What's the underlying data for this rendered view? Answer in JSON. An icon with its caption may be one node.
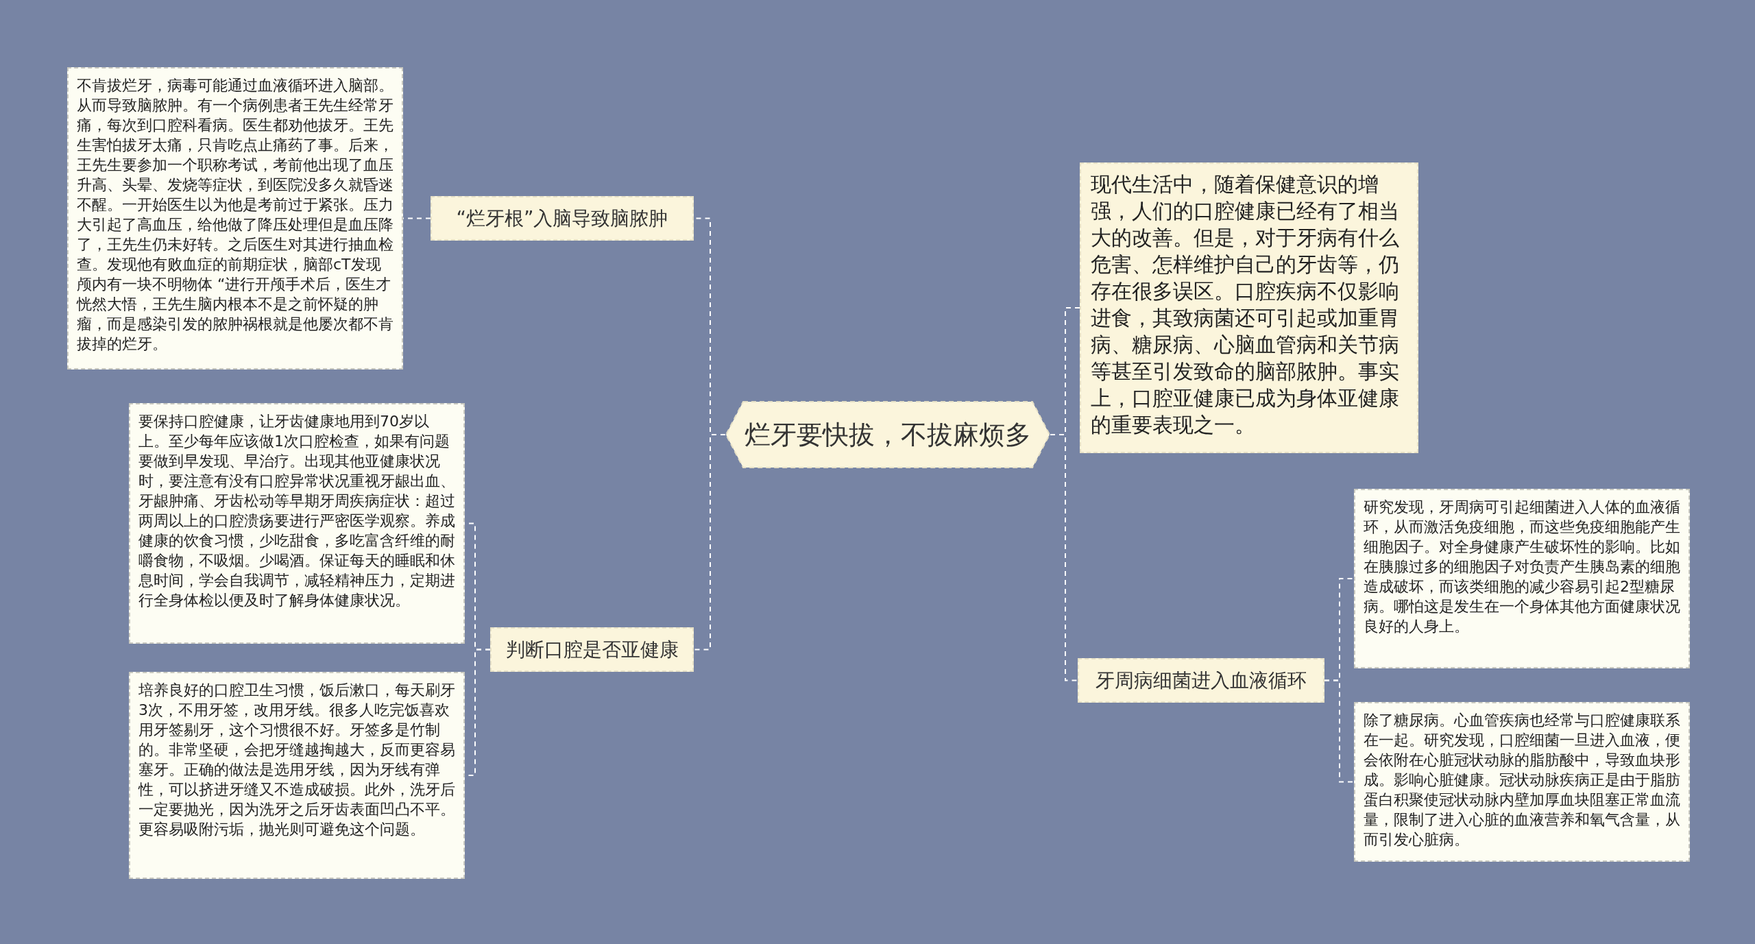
{
  "diagram": {
    "nodes": [
      {
        "text": [
          "烂牙要快拔，不拔麻烦多"
        ]
      },
      {
        "text": [
          "“烂牙根”入脑导致脑脓肿"
        ]
      },
      {
        "text": [
          "不肯拔烂牙，病毒可能通过血液循环进入脑部。从而导致脑脓肿。有一个病例患者王先生经常牙痛，每次到口腔科看病。医生都劝他拔牙。王先生害怕拔牙太痛，只肯吃点止痛药了事。后来，王先生要参加一个职称考试，考前他出现了血压升高、头晕、发烧等症状，到医院没多久就昏迷不醒。一开始医生以为他是考前过于紧张。压力大引起了高血压，给他做了降压处理但是血压降了，王先生仍未好转。之后医生对其进行抽血检查。发现他有败血症的前期症状，脑部cT发现颅内有一块不明物体 “进行开颅手术后，医生才恍然大悟，王先生脑内根本不是之前怀疑的肿瘤，而是感染引发的脓肿祸根就是他屡次都不肯拔掉的烂牙。"
        ]
      },
      {
        "text": [
          "判断口腔是否亚健康"
        ]
      },
      {
        "text": [
          "要保持口腔健康，让牙齿健康地用到70岁以上。至少每年应该做1次口腔检查，如果有问题要做到早发现、早治疗。出现其他亚健康状况时，要注意有没有口腔异常状况重视牙龈出血、牙龈肿痛、牙齿松动等早期牙周疾病症状：超过两周以上的口腔溃疡要进行严密医学观察。养成健康的饮食习惯，少吃甜食，多吃富含纤维的耐嚼食物，不吸烟。少喝酒。保证每天的睡眠和休息时间，学会自我调节，减轻精神压力，定期进行全身体检以便及时了解身体健康状况。"
        ]
      },
      {
        "text": [
          "培养良好的口腔卫生习惯，饭后漱口，每天刷牙3次，不用牙签，改用牙线。很多人吃完饭喜欢用牙签剔牙，这个习惯很不好。牙签多是竹制的。非常坚硬，会把牙缝越掏越大，反而更容易塞牙。正确的做法是选用牙线，因为牙线有弹性，可以挤进牙缝又不造成破损。此外，洗牙后一定要抛光，因为洗牙之后牙齿表面凹凸不平。更容易吸附污垢，抛光则可避免这个问题。"
        ]
      },
      {
        "text": [
          "现代生活中，随着保健意识的增强，人们的口腔健康已经有了相当大的改善。但是，对于牙病有什么危害、怎样维护自己的牙齿等，仍存在很多误区。口腔疾病不仅影响进食，其致病菌还可引起或加重胃病、糖尿病、心脑血管病和关节病等甚至引发致命的脑部脓肿。事实上，口腔亚健康已成为身体亚健康的重要表现之一。"
        ]
      },
      {
        "text": [
          "牙周病细菌进入血液循环"
        ]
      },
      {
        "text": [
          "研究发现，牙周病可引起细菌进入人体的血液循环，从而激活免疫细胞，而这些免疫细胞能产生细胞因子。对全身健康产生破坏性的影响。比如在胰腺过多的细胞因子对负责产生胰岛素的细胞造成破坏，而该类细胞的减少容易引起2型糖尿病。哪怕这是发生在一个身体其他方面健康状况良好的人身上。"
        ]
      },
      {
        "text": [
          "除了糖尿病。心血管疾病也经常与口腔健康联系在一起。研究发现，口腔细菌一旦进入血液，便会依附在心脏冠状动脉的脂肪酸中，导致血块形成。影响心脏健康。冠状动脉疾病正是由于脂肪蛋白积聚使冠状动脉内壁加厚血块阻塞正常血流量，限制了进入心脏的血液营养和氧气含量，从而引发心脏病。"
        ]
      }
    ],
    "edges": [
      {
        "from": 0,
        "to": 1,
        "arrow": "none",
        "style": "dashed"
      },
      {
        "from": 0,
        "to": 3,
        "arrow": "none",
        "style": "dashed"
      },
      {
        "from": 0,
        "to": 6,
        "arrow": "none",
        "style": "dashed"
      },
      {
        "from": 0,
        "to": 7,
        "arrow": "none",
        "style": "dashed"
      },
      {
        "from": 1,
        "to": 2,
        "arrow": "none",
        "style": "dashed"
      },
      {
        "from": 3,
        "to": 4,
        "arrow": "none",
        "style": "dashed"
      },
      {
        "from": 3,
        "to": 5,
        "arrow": "none",
        "style": "dashed"
      },
      {
        "from": 7,
        "to": 8,
        "arrow": "none",
        "style": "dashed"
      },
      {
        "from": 7,
        "to": 9,
        "arrow": "none",
        "style": "dashed"
      }
    ]
  }
}
